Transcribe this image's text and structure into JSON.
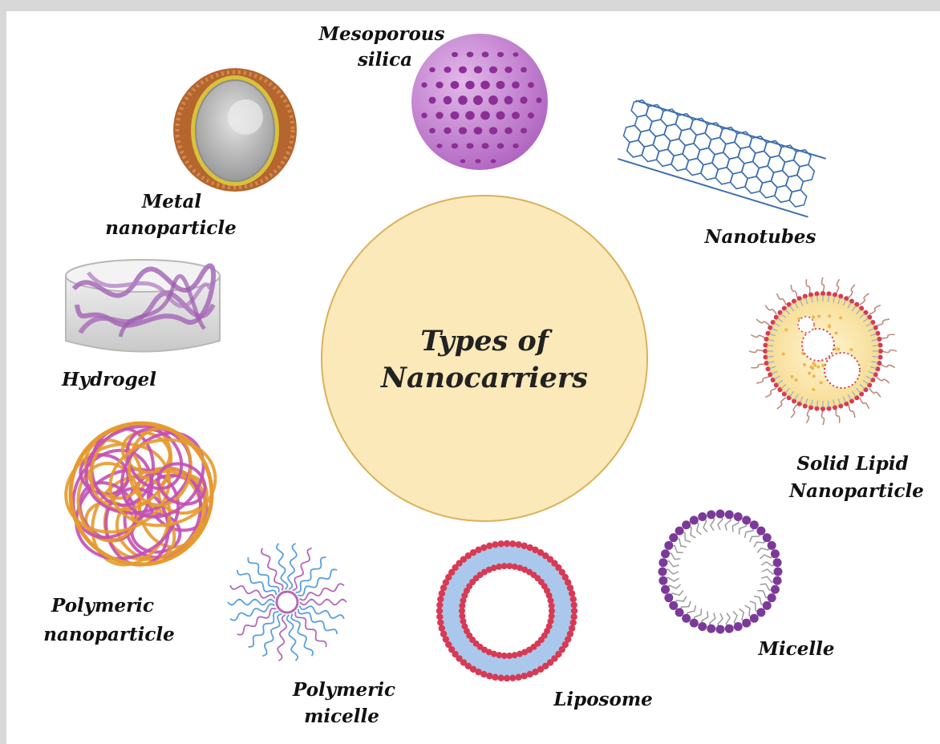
{
  "center": {
    "line1": "Types of",
    "line2": "Nanocarriers",
    "fill": "#fbe9b9",
    "stroke": "#d9b15a"
  },
  "labels": {
    "mesoporous_silica": [
      "Mesoporous",
      "silica"
    ],
    "metal_nanoparticle": [
      "Metal",
      "nanoparticle"
    ],
    "nanotubes": [
      "Nanotubes"
    ],
    "hydrogel": [
      "Hydrogel"
    ],
    "solid_lipid_nanoparticle": [
      "Solid Lipid",
      "Nanoparticle"
    ],
    "polymeric_nanoparticle": [
      "Polymeric",
      "nanoparticle"
    ],
    "polymeric_micelle": [
      "Polymeric",
      "micelle"
    ],
    "liposome": [
      "Liposome"
    ],
    "micelle": [
      "Micelle"
    ]
  },
  "icons": {
    "mesoporous_silica": "mesoporous-silica-sphere-icon",
    "metal_nanoparticle": "metal-core-shell-nanoparticle-icon",
    "nanotubes": "carbon-nanotube-icon",
    "hydrogel": "hydrogel-cylinder-icon",
    "solid_lipid_nanoparticle": "solid-lipid-nanoparticle-icon",
    "polymeric_nanoparticle": "polymeric-nanoparticle-icon",
    "polymeric_micelle": "polymeric-micelle-icon",
    "liposome": "liposome-icon",
    "micelle": "micelle-icon"
  },
  "colors": {
    "silica": "#c77ed0",
    "silica_dots": "#8b2e96",
    "metal_shell": "#b5652e",
    "metal_gold": "#d8c23a",
    "metal_core": "#bdbdbd",
    "nanotube": "#3d6fb0",
    "hydrogel_strand": "#a66ab7",
    "lipid_head_red": "#d63a55",
    "lipid_tail": "#a9c8ec",
    "micelle_head": "#7b3a9a",
    "polymer_orange": "#e69a2e",
    "polymer_magenta": "#c24fb5",
    "polymeric_micelle_blue": "#5aa0dd"
  }
}
